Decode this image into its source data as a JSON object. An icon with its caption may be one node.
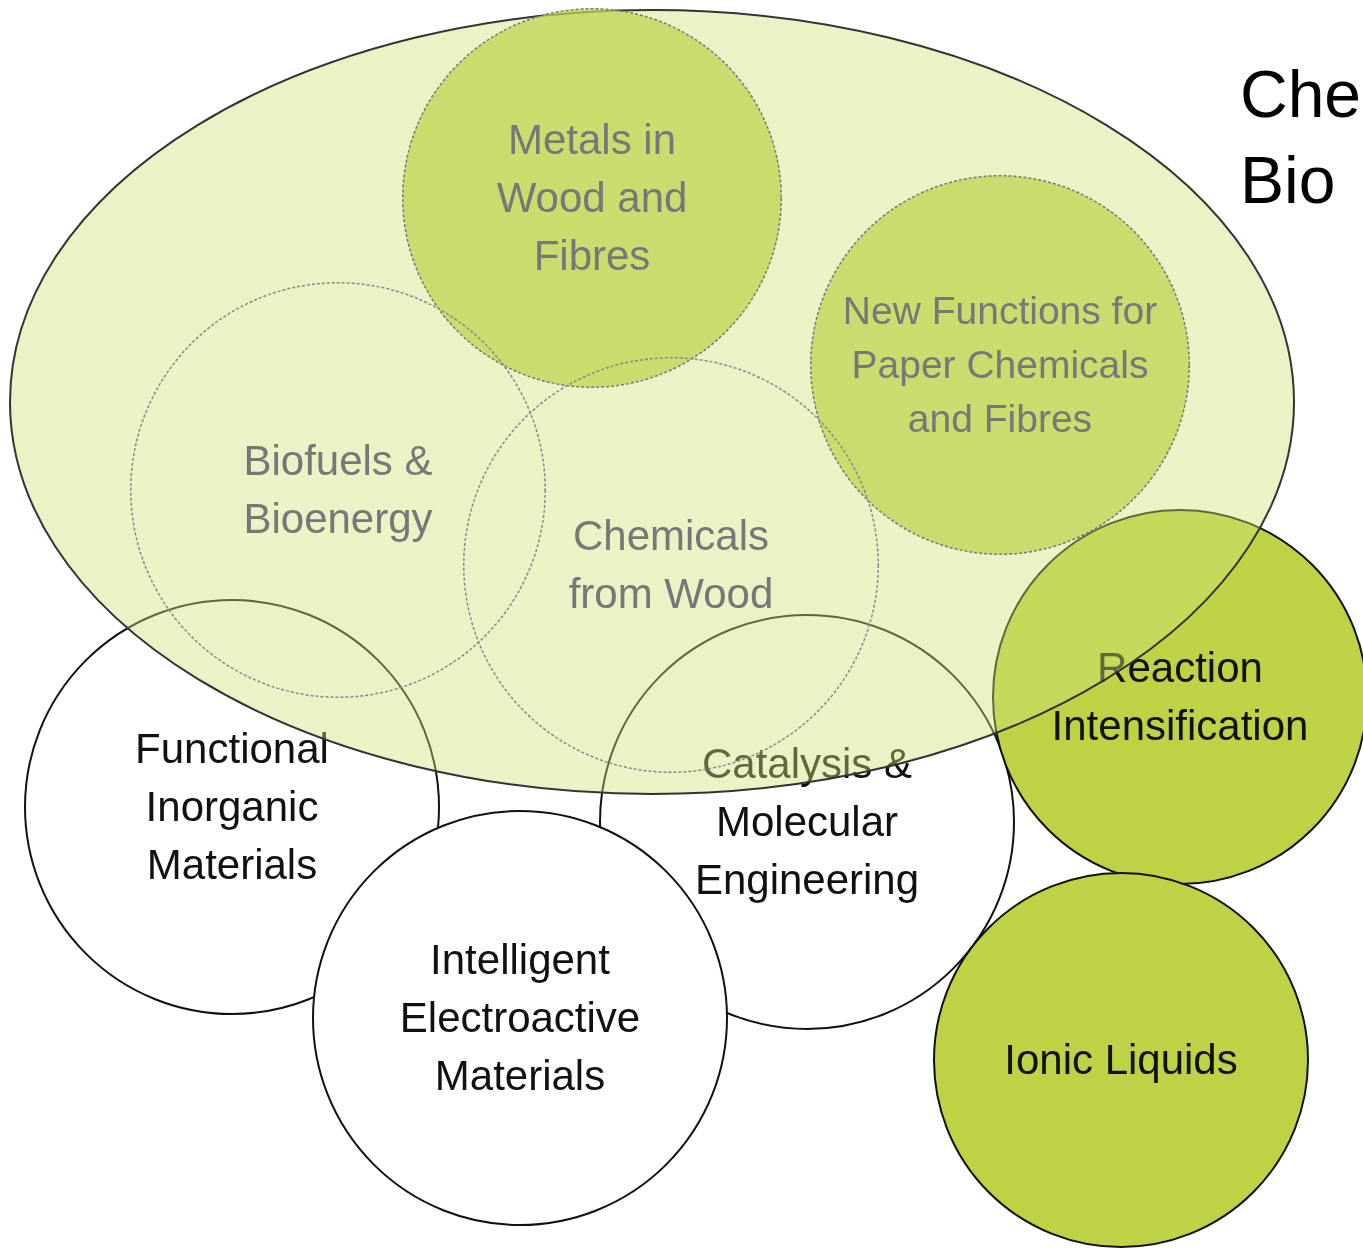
{
  "diagram": {
    "nodes": [
      {
        "text": [],
        "shape": "ellipse"
      },
      {
        "text": [
          "Metals in Wood and Fibres"
        ],
        "in": 0
      },
      {
        "text": [
          "New Functions for Paper Chemicals and Fibres"
        ],
        "in": 0
      },
      {
        "text": [
          "Biofuels & Bioenergy"
        ],
        "in": 0
      },
      {
        "text": [
          "Chemicals from Wood"
        ],
        "in": 0
      },
      {
        "text": [
          "Functional Inorganic Materials"
        ]
      },
      {
        "text": [
          "Intelligent Electroactive Materials"
        ]
      },
      {
        "text": [
          "Catalysis & Molecular Engineering"
        ]
      },
      {
        "text": [
          "Reaction Intensification"
        ]
      },
      {
        "text": [
          "Ionic Liquids"
        ]
      }
    ],
    "edges": [],
    "labels": [
      "Che Bio"
    ]
  }
}
